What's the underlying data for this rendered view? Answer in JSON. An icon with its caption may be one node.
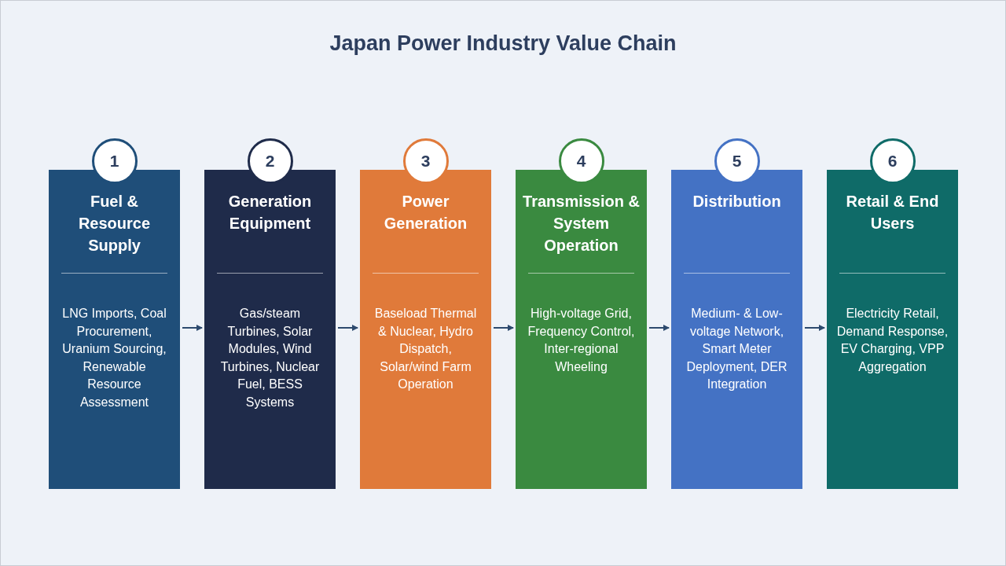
{
  "diagram": {
    "title": "Japan Power Industry Value Chain",
    "nodes": [
      {
        "text": [
          "1",
          "Fuel & Resource Supply",
          "LNG Imports, Coal Procurement, Uranium Sourcing, Renewable Resource Assessment"
        ]
      },
      {
        "text": [
          "2",
          "Generation Equipment",
          "Gas/steam Turbines, Solar Modules, Wind Turbines, Nuclear Fuel, BESS Systems"
        ]
      },
      {
        "text": [
          "3",
          "Power Generation",
          "Baseload Thermal & Nuclear, Hydro Dispatch, Solar/wind Farm Operation"
        ]
      },
      {
        "text": [
          "4",
          "Transmission & System Operation",
          "High-voltage Grid, Frequency Control, Inter-regional Wheeling"
        ]
      },
      {
        "text": [
          "5",
          "Distribution",
          "Medium- & Low-voltage Network, Smart Meter Deployment, DER Integration"
        ]
      },
      {
        "text": [
          "6",
          "Retail & End Users",
          "Electricity Retail, Demand Response, EV Charging, VPP Aggregation"
        ]
      }
    ],
    "edges": [
      {
        "from": 0,
        "to": 1,
        "arrow": "to"
      },
      {
        "from": 1,
        "to": 2,
        "arrow": "to"
      },
      {
        "from": 2,
        "to": 3,
        "arrow": "to"
      },
      {
        "from": 3,
        "to": 4,
        "arrow": "to"
      },
      {
        "from": 4,
        "to": 5,
        "arrow": "to"
      }
    ]
  }
}
